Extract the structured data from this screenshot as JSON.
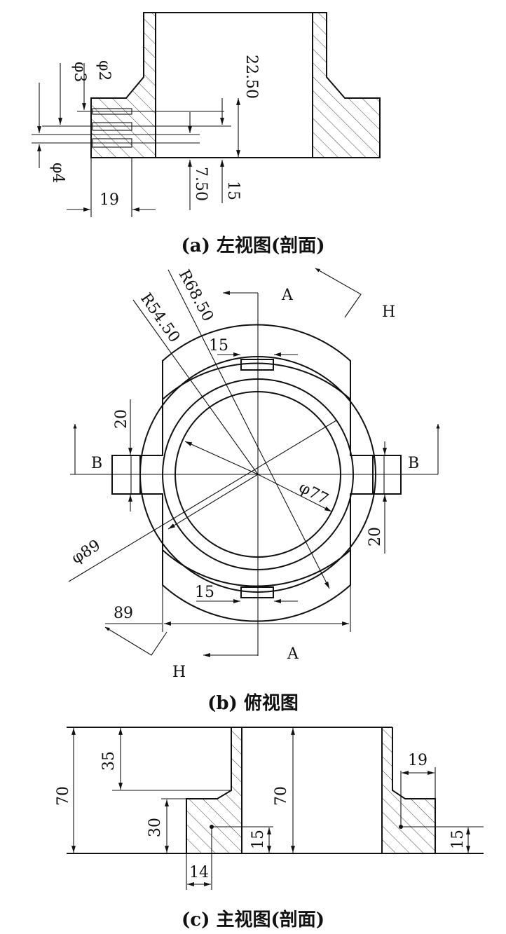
{
  "captions": {
    "a": "(a) 左视图(剖面)",
    "b": "(b) 俯视图",
    "c": "(c) 主视图(剖面)"
  },
  "view_a": {
    "dims": {
      "phi2": "φ2",
      "phi3": "φ3",
      "phi4": "φ4",
      "d22_50": "22.50",
      "d7_50": "7.50",
      "d15": "15",
      "d19": "19"
    }
  },
  "view_b": {
    "labels": {
      "a_top": "A",
      "a_bottom": "A",
      "b_left": "B",
      "b_right": "B",
      "h_top": "H",
      "h_bottom": "H"
    },
    "dims": {
      "r68_50": "R68.50",
      "r54_50": "R54.50",
      "d15_top": "15",
      "d15_bottom": "15",
      "d20_left": "20",
      "d20_right": "20",
      "phi77": "φ77",
      "phi89": "φ89",
      "d89": "89"
    }
  },
  "view_c": {
    "dims": {
      "d70_left": "70",
      "d35": "35",
      "d30": "30",
      "d70_inner": "70",
      "d15_mid": "15",
      "d14": "14",
      "d19": "19",
      "d15_right": "15"
    }
  }
}
